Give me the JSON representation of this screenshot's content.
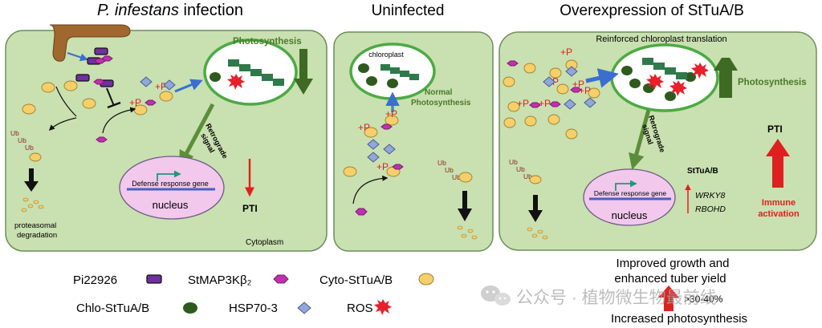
{
  "panels": {
    "infection": {
      "title_italic": "P. infestans",
      "title_rest": " infection",
      "photosynthesis": "Photosynthesis",
      "retrograde": [
        "Retrograde",
        "signal"
      ],
      "defense_gene": "Defense response gene",
      "nucleus": "nucleus",
      "pti": "PTI",
      "ub": [
        "Ub",
        "Ub",
        "Ub"
      ],
      "degradation": [
        "proteasomal",
        "degradation"
      ],
      "cytoplasm": "Cytoplasm",
      "plus_p": "+P"
    },
    "uninfected": {
      "title": "Uninfected",
      "chloroplast": "chloroplast",
      "normal_photo": [
        "Normal",
        "Photosynthesis"
      ],
      "ub": [
        "Ub",
        "Ub",
        "Ub"
      ],
      "plus_p": "+P"
    },
    "overexpression": {
      "title": "Overexpression of StTuA/B",
      "reinforced": "Reinforced chloroplast translation",
      "photosynthesis": "Photosynthesis",
      "retrograde": [
        "Retrograde",
        "signal"
      ],
      "defense_gene": "Defense response gene",
      "nucleus": "nucleus",
      "sttuab": "StTuA/B",
      "wrky8": "WRKY8",
      "rbohd": "RBOHD",
      "pti": "PTI",
      "immune": [
        "Immune",
        "activation"
      ],
      "ub": [
        "Ub",
        "Ub",
        "Ub"
      ],
      "plus_p": "+P"
    }
  },
  "legend": {
    "pi22926": "Pi22926",
    "stmap3k": "StMAP3Kβ₂",
    "cyto": "Cyto-StTuA/B",
    "chlo": "Chlo-StTuA/B",
    "hsp": "HSP70-3",
    "ros": "ROS"
  },
  "outcome": {
    "line1": "Improved growth and",
    "line2": "enhanced tuber yield",
    "percent": ">30-40%",
    "line3": "Increased  photosynthesis"
  },
  "watermark": "公众号 · 植物微生物最前线",
  "colors": {
    "cell_fill": "#c9e0b0",
    "cell_stroke": "#6d8e5c",
    "chloroplast_green": "#4caa44",
    "pi22926": "#7030a0",
    "stmap3k": "#c030b0",
    "cyto": "#f5cf6a",
    "chlo": "#2e5a1e",
    "hsp": "#8fa8d8",
    "ros": "#e8202a",
    "phospho": "#e02020",
    "retrograde_arrow": "#5c8e3a",
    "nucleus_fill": "#f2c8ec",
    "dna_blue": "#4a60c0",
    "gene_arrow": "#1c9a7a",
    "dark_green_arrow": "#3e6a24",
    "hypha": "#a0672e"
  }
}
